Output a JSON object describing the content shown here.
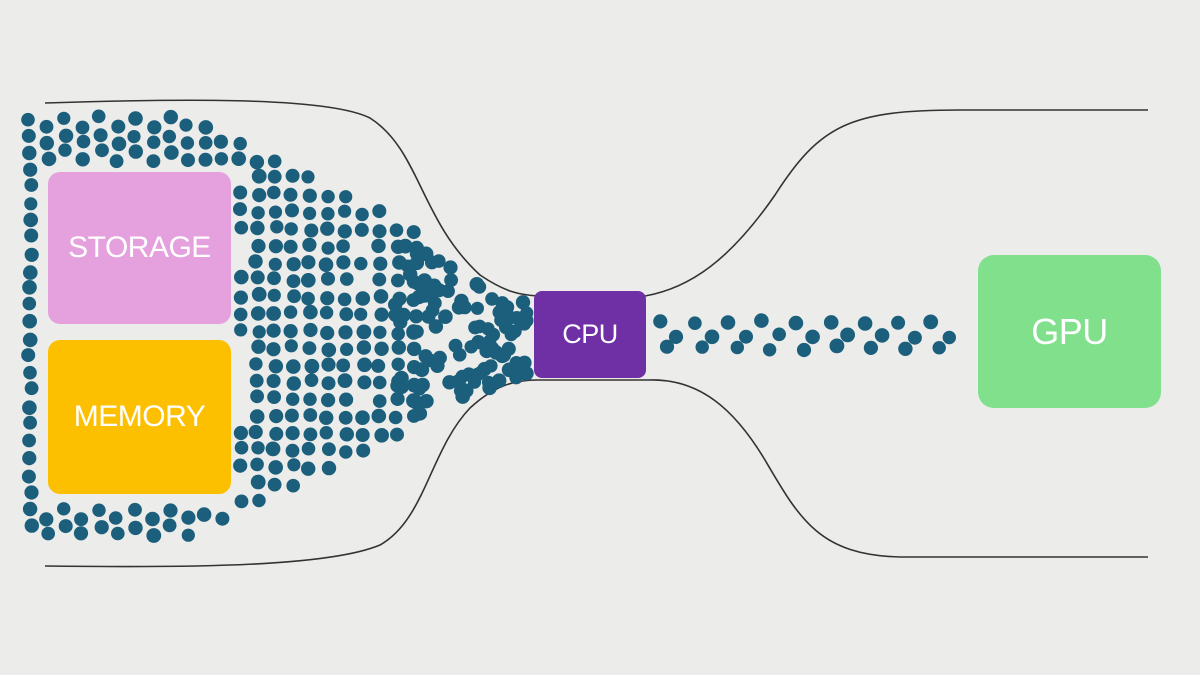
{
  "diagram": {
    "boxes": {
      "storage": {
        "label": "STORAGE",
        "color": "#e5a0de"
      },
      "memory": {
        "label": "MEMORY",
        "color": "#fdc000"
      },
      "cpu": {
        "label": "CPU",
        "color": "#6f2fa5"
      },
      "gpu": {
        "label": "GPU",
        "color": "#80e08c"
      }
    },
    "colors": {
      "background": "#ececea",
      "particle": "#1b5f7c",
      "outline": "#333333"
    }
  }
}
